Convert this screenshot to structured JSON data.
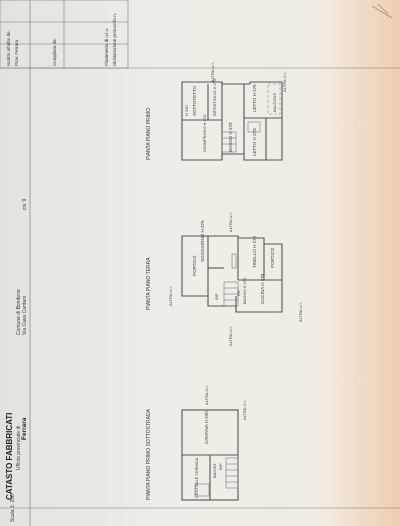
{
  "header": {
    "catasto": "CATASTO FABBRICATI",
    "ufficio": "Ufficio provinciale di",
    "provincia": "Ferrara",
    "comune": "Comune di Bondeno",
    "via": "Via Cava Cardani",
    "civ": "civ. 9",
    "scala": "Scala 1: 200",
    "dichiarazione": "Dichiarazione protocollo n.",
    "planimetria": "Planimetria di u.i.u.",
    "iscritto": "Iscritto all'albo de",
    "compilata": "Compilata da:",
    "prov": "Prov. Ferrara"
  },
  "plans": {
    "sottostrada": {
      "title": "PIANTA PIANO PRIMO SOTTOSTRADA",
      "rooms": [
        "CANTINA H 230",
        "CENTRALE TERMICA",
        "BAGNO",
        "RIP"
      ],
      "altra": [
        "ALTRA U.I.",
        "ALTRA U.I."
      ]
    },
    "terra": {
      "title": "PIANTA PIANO TERRA",
      "rooms": [
        "PORTICO",
        "SOGGIORNO H 270",
        "TINELLO H 270",
        "PORTICO",
        "CUCINA H 270",
        "BAGNO H 270",
        "RIP",
        "RIP"
      ],
      "altra": [
        "ALTRA U.I.",
        "ALTRA U.I.",
        "ALTRA U.I.",
        "ALTRA U.I."
      ]
    },
    "primo": {
      "title": "PIANTA PIANO PRIMO",
      "rooms": [
        "SOTTOTETTO",
        "H 230",
        "RIPOSTIGLIO H 270",
        "LETTO H 270",
        "BALCONE",
        "BAGNO H 270",
        "LETTO H 270",
        "DISIMPEGNO H 270"
      ],
      "altra": [
        "ALTRA U.I.",
        "ALTRA U.I."
      ]
    }
  }
}
